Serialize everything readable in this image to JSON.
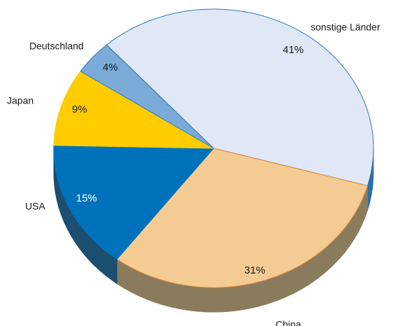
{
  "chart_data": {
    "type": "pie",
    "style": "3d",
    "title": "",
    "slices": [
      {
        "label": "sonstige Länder",
        "value": 41,
        "display": "41%",
        "color": "#e1e8f5",
        "side_color": "#2e6fa8",
        "edge_color": "#2e78b8",
        "text_color": "#1a1a1a"
      },
      {
        "label": "China",
        "value": 31,
        "display": "31%",
        "color": "#f4cb93",
        "side_color": "#8a7b5c",
        "edge_color": "#e08a3a",
        "text_color": "#1a1a1a"
      },
      {
        "label": "USA",
        "value": 15,
        "display": "15%",
        "color": "#0072bc",
        "side_color": "#1c4e70",
        "edge_color": "#0072bc",
        "text_color": "#ffffff"
      },
      {
        "label": "Japan",
        "value": 9,
        "display": "9%",
        "color": "#ffcc00",
        "side_color": "#b08c00",
        "edge_color": "#ffcc00",
        "text_color": "#1a1a1a"
      },
      {
        "label": "Deutschland",
        "value": 4,
        "display": "4%",
        "color": "#7aaad8",
        "side_color": "#4a77a0",
        "edge_color": "#2e78b8",
        "text_color": "#1a1a1a"
      }
    ]
  }
}
